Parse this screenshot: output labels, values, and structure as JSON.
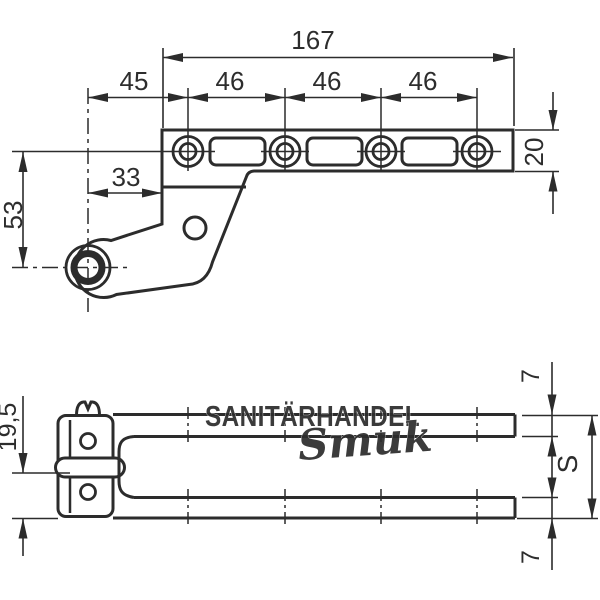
{
  "drawing": {
    "type": "technical-drawing",
    "views": {
      "front_view": {
        "dims": {
          "total_length": "167",
          "pivot_to_first_hole": "45",
          "hole_spacing_1": "46",
          "hole_spacing_2": "46",
          "hole_spacing_3": "46",
          "pivot_offset": "33",
          "pivot_drop": "53",
          "plate_width": "20"
        }
      },
      "side_view": {
        "dims": {
          "pin_axis_to_bottom": "19,5",
          "upper_arm_thickness": "7",
          "sash_gap": "S",
          "lower_arm_thickness": "7"
        }
      }
    },
    "colors": {
      "line": "#2c2c2c",
      "background": "#ffffff"
    }
  },
  "watermark": {
    "line1": "SANITÄRHANDEL",
    "line2": "Smuk",
    "color_caps": "#4c9bd3",
    "color_script": "#6db0e0"
  }
}
